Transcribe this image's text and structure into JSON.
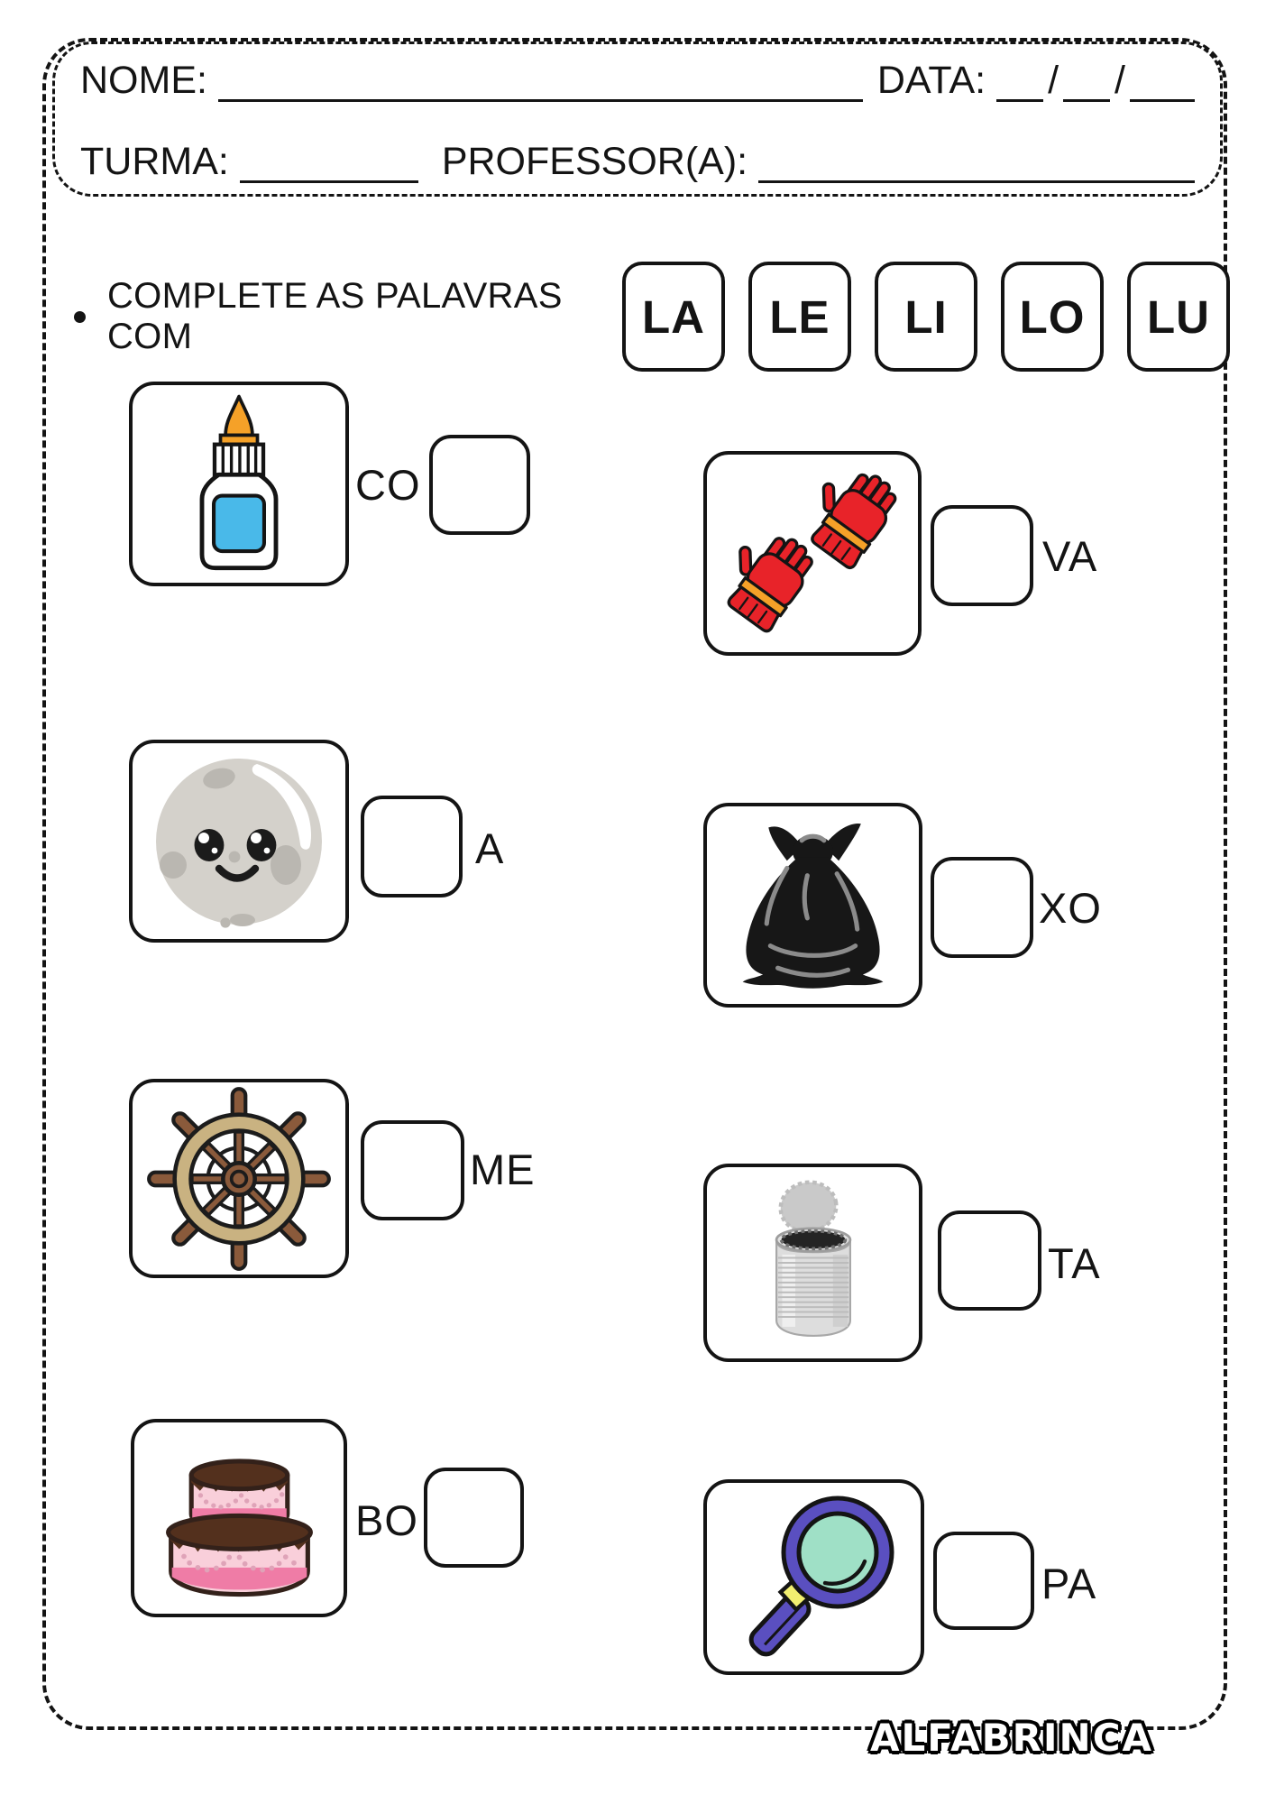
{
  "header": {
    "name_label": "NOME:",
    "date_label": "DATA:",
    "date_separator": "/",
    "class_label": "TURMA:",
    "teacher_label": "PROFESSOR(A):"
  },
  "instruction": {
    "text": "COMPLETE AS PALAVRAS COM",
    "syllables": [
      "LA",
      "LE",
      "LI",
      "LO",
      "LU"
    ]
  },
  "cards": [
    {
      "icon": "glue-bottle-icon",
      "pre": "CO",
      "post": ""
    },
    {
      "icon": "moon-icon",
      "pre": "",
      "post": "A"
    },
    {
      "icon": "ship-wheel-icon",
      "pre": "",
      "post": "ME"
    },
    {
      "icon": "cake-icon",
      "pre": "BO",
      "post": ""
    },
    {
      "icon": "gloves-icon",
      "pre": "",
      "post": "VA"
    },
    {
      "icon": "trash-bag-icon",
      "pre": "",
      "post": "XO"
    },
    {
      "icon": "tin-can-icon",
      "pre": "",
      "post": "TA"
    },
    {
      "icon": "magnifying-glass-icon",
      "pre": "",
      "post": "PA"
    }
  ],
  "footer": {
    "brand": "ALFABRINCA"
  },
  "colors": {
    "ink": "#141414",
    "glue_label_blue": "#49b9e9",
    "glue_tip_orange": "#f5a128",
    "glove_red": "#e82329",
    "glove_cuff_orange": "#f5a128",
    "moon_gray": "#d4d1cb",
    "moon_spot_gray": "#bab7b1",
    "trash_black": "#171717",
    "wheel_tan": "#c9b281",
    "wheel_brown": "#8a5a3b",
    "can_gray": "#dddddd",
    "cake_pink": "#f9cfda",
    "cake_stripe_pink": "#ef7ca6",
    "cake_chocolate": "#53301d",
    "lens_mint": "#9fe0c6",
    "magnifier_purple": "#5a4fc0",
    "magnifier_band_yellow": "#f2ef70"
  }
}
